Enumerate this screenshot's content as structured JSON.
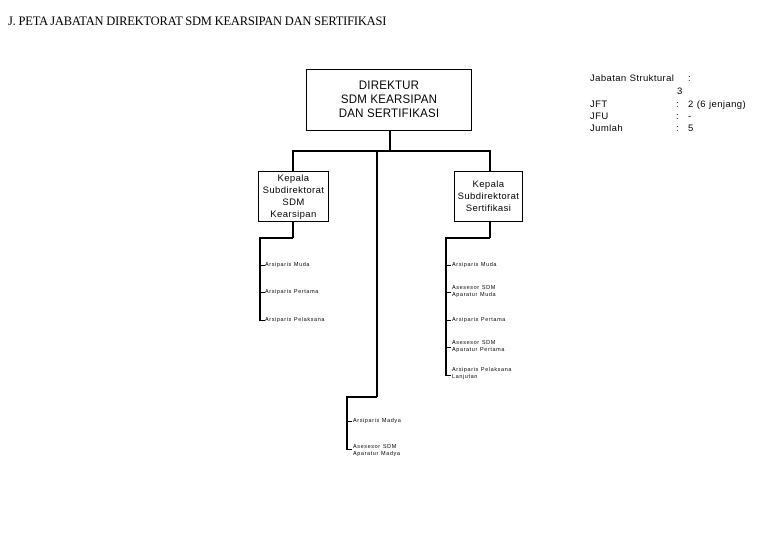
{
  "title": "J. PETA JABATAN DIREKTORAT SDM KEARSIPAN DAN SERTIFIKASI",
  "boxes": {
    "director": "DIREKTUR\nSDM KEARSIPAN\nDAN SERTIFIKASI",
    "sub1": "Kepala\nSubdirektorat\nSDM\nKearsipan",
    "sub2": "Kepala\nSubdirektorat\nSertifikasi"
  },
  "leaves": {
    "sub1": [
      "Arsiparis Muda",
      "Arsiparis Pertama",
      "Arsiparis Pelaksana"
    ],
    "sub2": [
      "Arsiparis Muda",
      "Asesesor SDM\nAparatur Muda",
      "Arsiparis Pertama",
      "Asesesor SDM\nAparatur Pertama",
      "Arsiparis Pelaksana\nLanjutan"
    ],
    "center": [
      "Arsiparis Madya",
      "Asesesor SDM\nAparatur Madya"
    ]
  },
  "summary": {
    "rows": [
      {
        "label": "Jabatan Struktural",
        "colon": ":",
        "value": ""
      },
      {
        "label": "",
        "colon": "3",
        "value": ""
      },
      {
        "label": "JFT",
        "colon": ":",
        "value": "2 (6 jenjang)"
      },
      {
        "label": "JFU",
        "colon": ":",
        "value": "-"
      },
      {
        "label": "Jumlah",
        "colon": ":",
        "value": "5"
      }
    ]
  }
}
